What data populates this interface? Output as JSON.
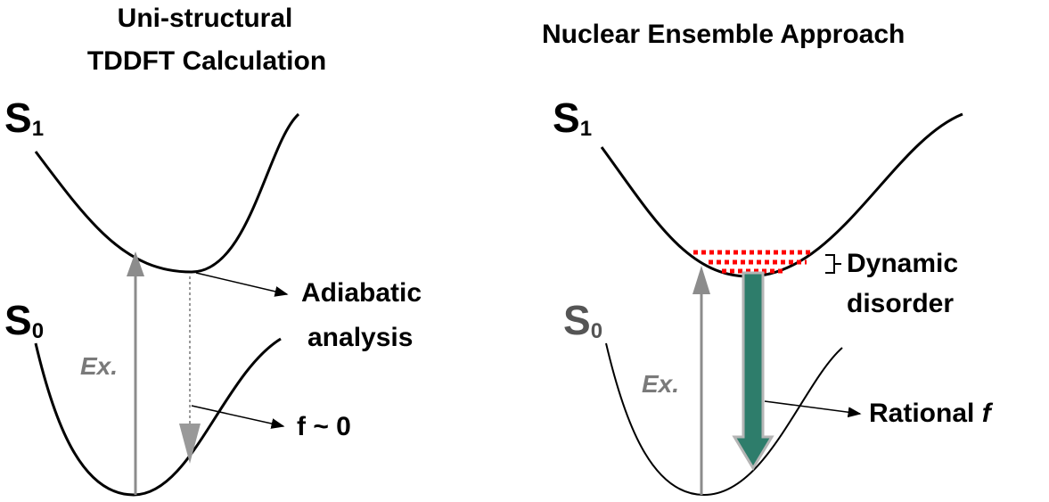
{
  "left": {
    "title_line1": "Uni-structural",
    "title_line2": "TDDFT Calculation",
    "s1": "S",
    "s1_sub": "1",
    "s0": "S",
    "s0_sub": "0",
    "excitation": "Ex.",
    "adiabatic_line1": "Adiabatic",
    "adiabatic_line2": "analysis",
    "f_label": "f ~ 0"
  },
  "right": {
    "title": "Nuclear Ensemble Approach",
    "s1": "S",
    "s1_sub": "1",
    "s0": "S",
    "s0_sub": "0",
    "excitation": "Ex.",
    "dynamic_line1": "Dynamic",
    "dynamic_line2": "disorder",
    "rational": "Rational ",
    "rational_f": "f"
  },
  "colors": {
    "curve": "#000000",
    "gray": "#8c8c8c",
    "green": "#2e7d6b",
    "red": "#ff0000"
  }
}
